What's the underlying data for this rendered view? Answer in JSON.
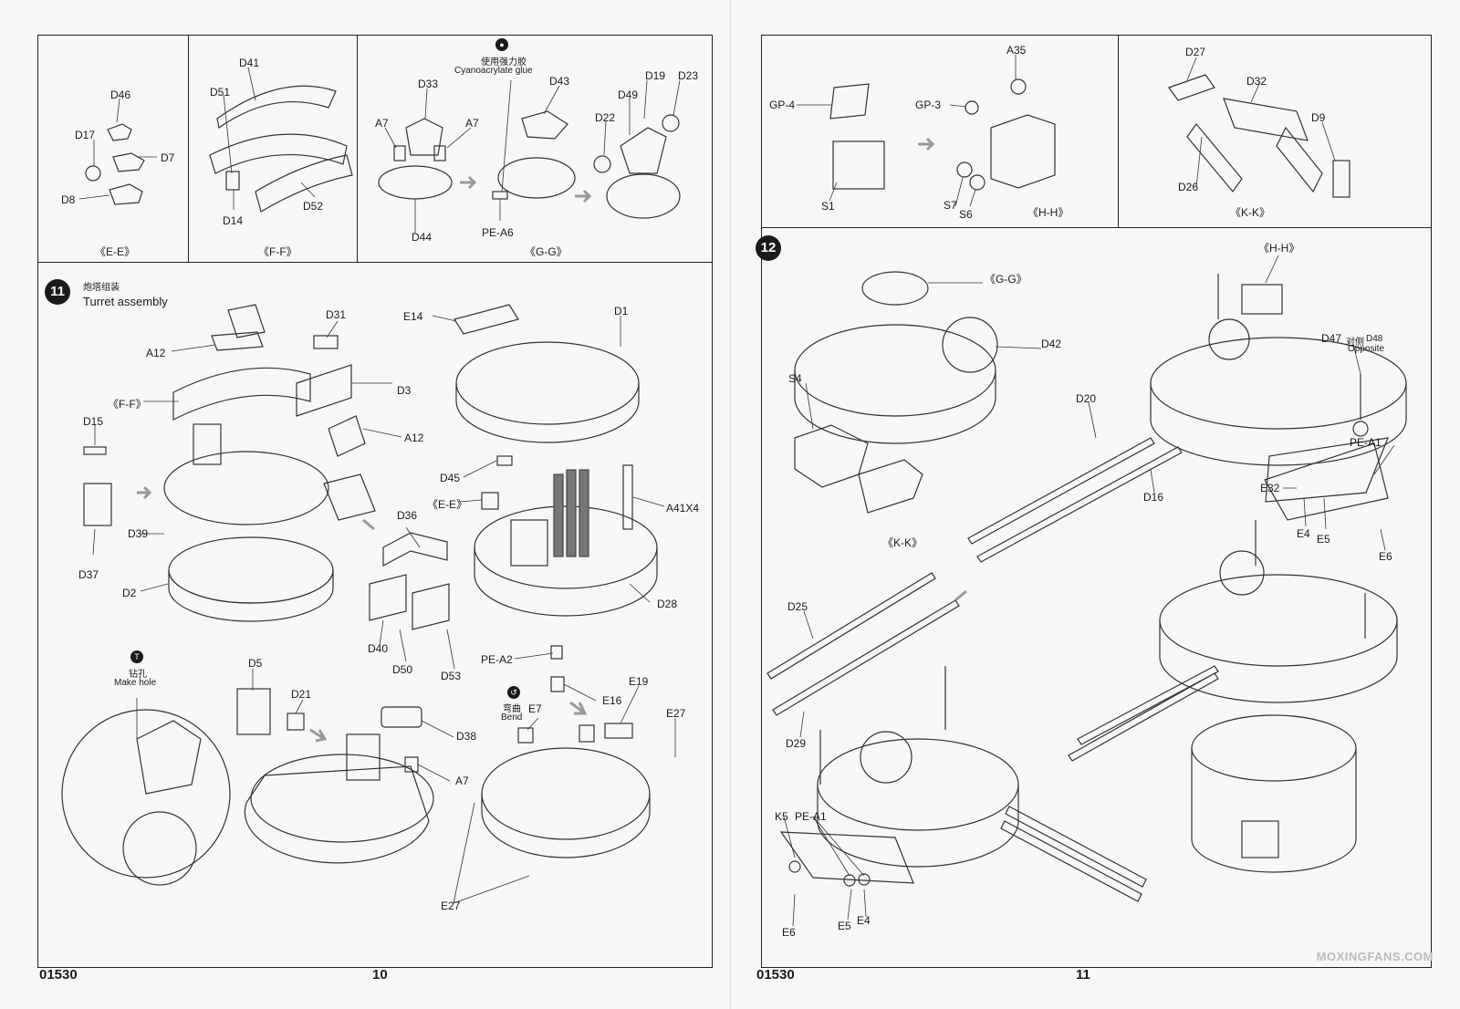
{
  "left_page": {
    "doc_code": "01530",
    "page_number": "10",
    "box_ee": {
      "section": "《E-E》",
      "parts": [
        "D46",
        "D17",
        "D7",
        "D8"
      ]
    },
    "box_ff": {
      "section": "《F-F》",
      "parts": [
        "D41",
        "D51",
        "D14",
        "D52"
      ]
    },
    "box_gg": {
      "section": "《G-G》",
      "glue_cn": "使用强力胶",
      "glue_en": "Cyanoacrylate glue",
      "parts": [
        "D33",
        "A7",
        "A7",
        "D43",
        "D49",
        "D19",
        "D23",
        "D22",
        "D44",
        "PE-A6"
      ]
    },
    "step11": {
      "number": "11",
      "title_cn": "炮塔组装",
      "title_en": "Turret assembly",
      "parts": [
        "A12",
        "D31",
        "D3",
        "F-F",
        "A12",
        "D15",
        "D37",
        "D39",
        "D2",
        "D36",
        "D40",
        "D50",
        "D53",
        "E14",
        "D1",
        "D45",
        "E-E",
        "A41X4",
        "D28",
        "PE-A2",
        "E7",
        "E16",
        "E19",
        "E27",
        "E27",
        "D5",
        "D21",
        "D38",
        "A7"
      ],
      "ref_ff": "《F-F》",
      "ref_ee": "《E-E》",
      "make_hole_cn": "钻孔",
      "make_hole_en": "Make hole",
      "bend_cn": "弯曲",
      "bend_en": "Bend"
    }
  },
  "right_page": {
    "doc_code": "01530",
    "page_number": "11",
    "box_hh": {
      "section": "《H-H》",
      "parts": [
        "A35",
        "GP-4",
        "GP-3",
        "S1",
        "S7",
        "S6"
      ]
    },
    "box_kk": {
      "section": "《K-K》",
      "parts": [
        "D27",
        "D32",
        "D9",
        "D26"
      ]
    },
    "step12": {
      "number": "12",
      "ref_gg": "《G-G》",
      "ref_hh": "《H-H》",
      "ref_kk": "《K-K》",
      "parts": [
        "D42",
        "S4",
        "D20",
        "D16",
        "E32",
        "E4",
        "E5",
        "E6",
        "PE-A1",
        "D25",
        "D29",
        "K5",
        "PE-A1",
        "E5",
        "E4",
        "E6"
      ],
      "d47_label": "D47",
      "d47_note_cn": "对侧",
      "d47_note": "D48",
      "d47_note_en": "Opposite"
    }
  },
  "watermark": "MOXINGFANS.COM"
}
